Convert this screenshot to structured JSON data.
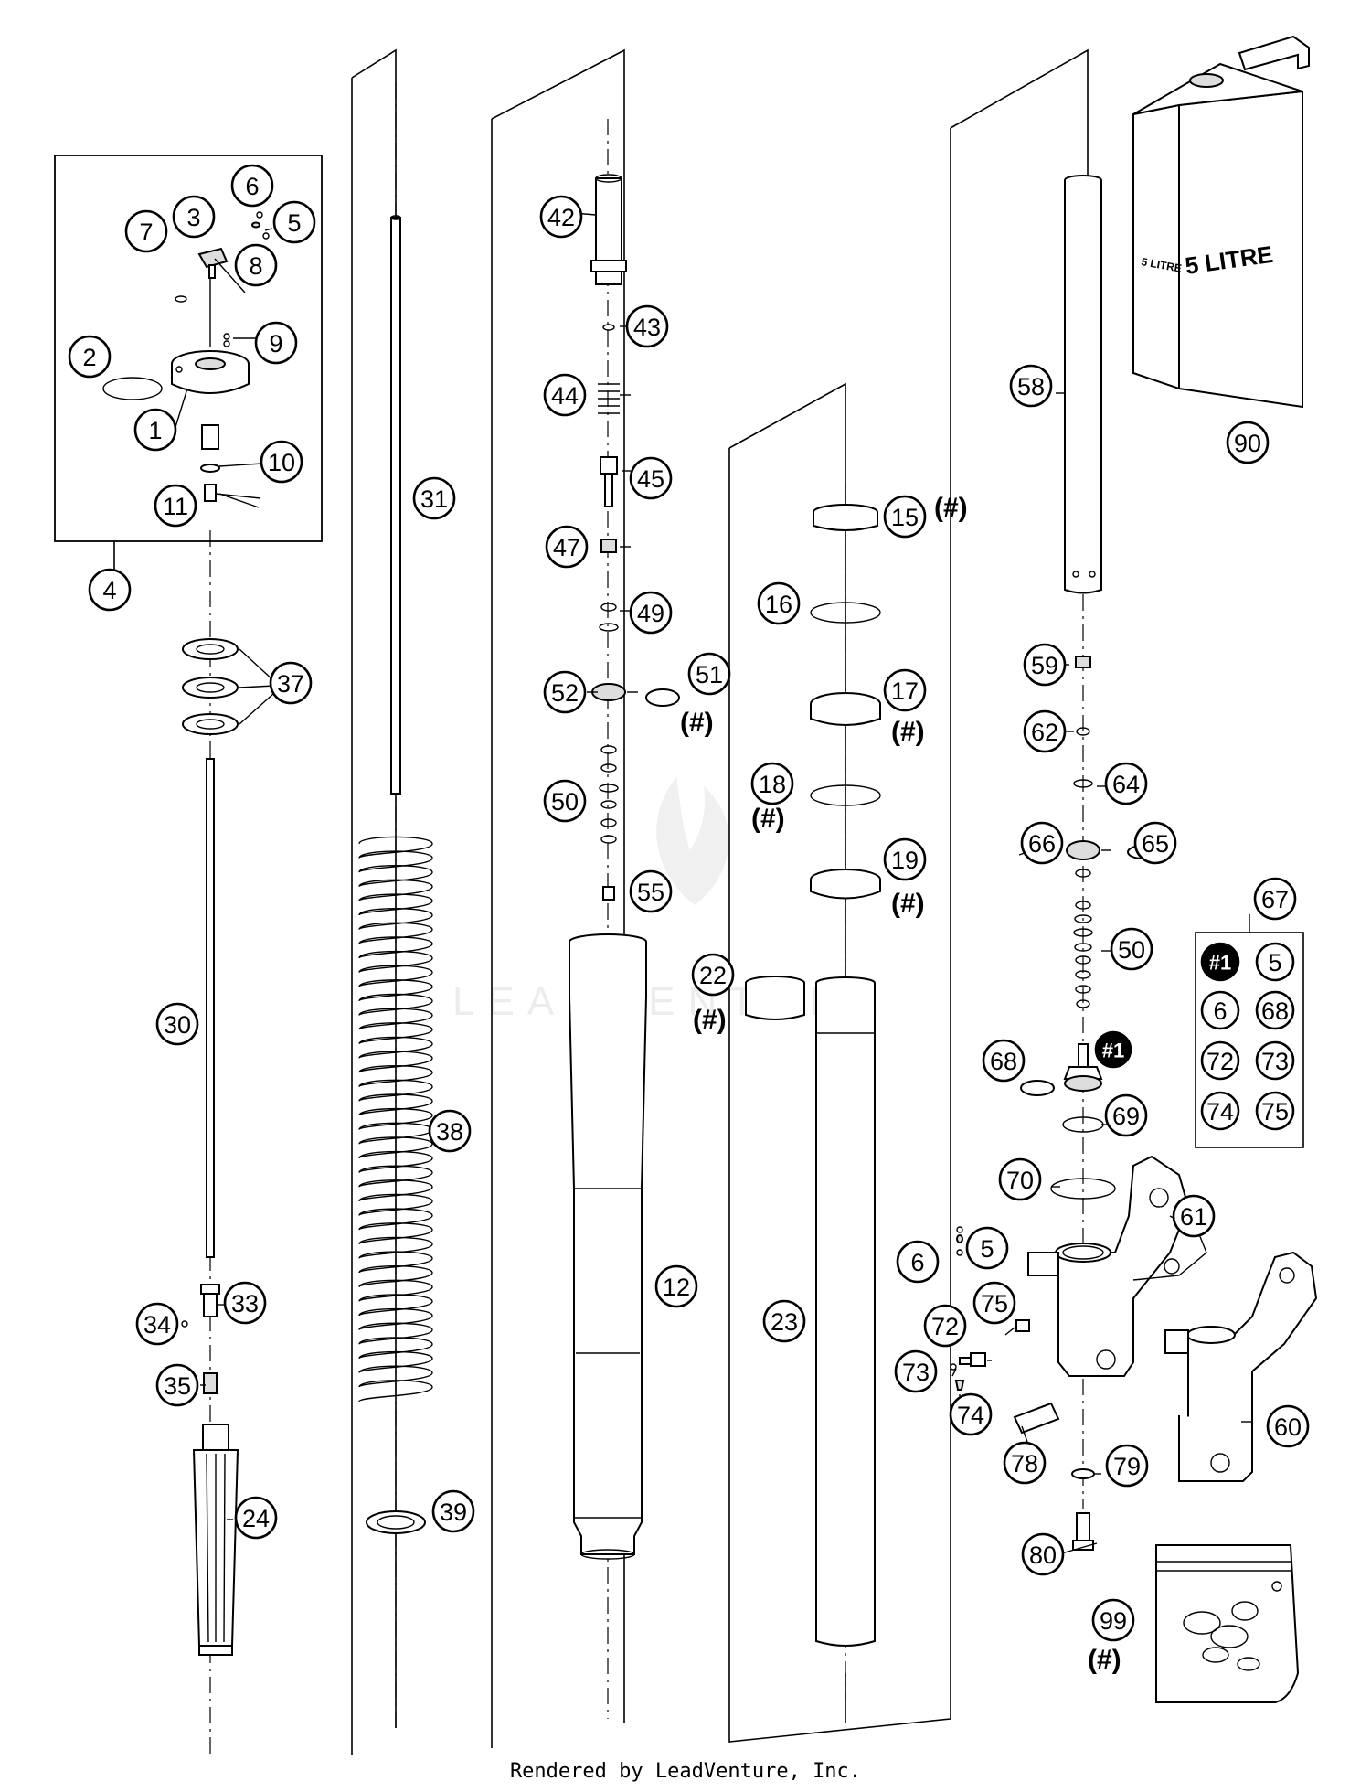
{
  "watermark": "LEADVENTURE",
  "footer": "Rendered by LeadVenture, Inc.",
  "container_label": "5 LITRE",
  "container_label_small": "5 LITRE",
  "note_mark": "(#)",
  "callouts": {
    "c1": "1",
    "c2": "2",
    "c3": "3",
    "c4": "4",
    "c5": "5",
    "c6": "6",
    "c7": "7",
    "c8": "8",
    "c9": "9",
    "c10": "10",
    "c11": "11",
    "c12": "12",
    "c15": "15",
    "c16": "16",
    "c17": "17",
    "c18": "18",
    "c19": "19",
    "c22": "22",
    "c23": "23",
    "c24": "24",
    "c30": "30",
    "c31": "31",
    "c33": "33",
    "c34": "34",
    "c35": "35",
    "c37": "37",
    "c38": "38",
    "c39": "39",
    "c42": "42",
    "c43": "43",
    "c44": "44",
    "c45": "45",
    "c47": "47",
    "c49": "49",
    "c50a": "50",
    "c50b": "50",
    "c51": "51",
    "c52": "52",
    "c55": "55",
    "c58": "58",
    "c59": "59",
    "c60": "60",
    "c61": "61",
    "c62": "62",
    "c64": "64",
    "c65": "65",
    "c66": "66",
    "c67": "67",
    "c68": "68",
    "c69": "69",
    "c70": "70",
    "c72": "72",
    "c73": "73",
    "c74": "74",
    "c75": "75",
    "c78": "78",
    "c79": "79",
    "c80": "80",
    "c90": "90",
    "c99": "99",
    "c5b": "5",
    "c6b": "6",
    "c1h": "#1"
  },
  "kit_67": {
    "items": [
      "#1",
      "5",
      "6",
      "68",
      "72",
      "73",
      "74",
      "75"
    ]
  }
}
